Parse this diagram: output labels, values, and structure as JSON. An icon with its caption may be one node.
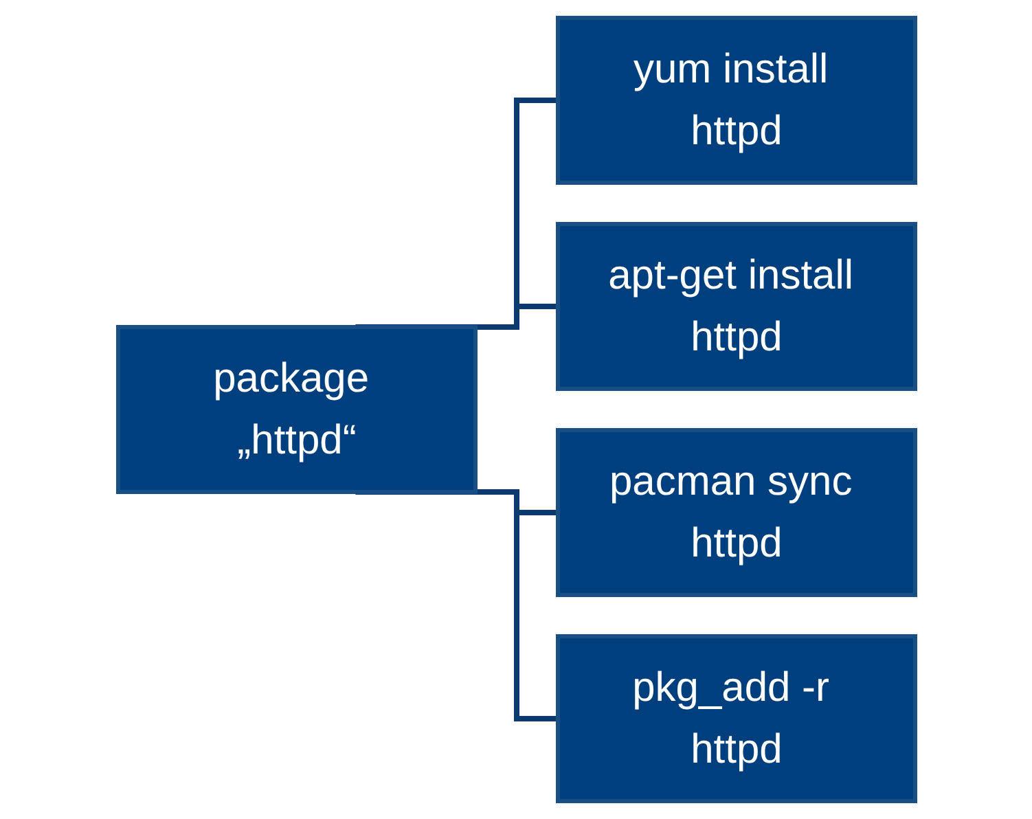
{
  "diagram": {
    "nodes": [
      {
        "text": [
          "package „httpd“"
        ]
      },
      {
        "text": [
          "yum install httpd"
        ]
      },
      {
        "text": [
          "apt-get install httpd"
        ]
      },
      {
        "text": [
          "pacman sync httpd"
        ]
      },
      {
        "text": [
          "pkg_add -r httpd"
        ]
      }
    ],
    "edges": [
      {
        "from": 0,
        "to": 1,
        "arrow": "none"
      },
      {
        "from": 0,
        "to": 2,
        "arrow": "none"
      },
      {
        "from": 0,
        "to": 3,
        "arrow": "none"
      },
      {
        "from": 0,
        "to": 4,
        "arrow": "none"
      }
    ]
  }
}
